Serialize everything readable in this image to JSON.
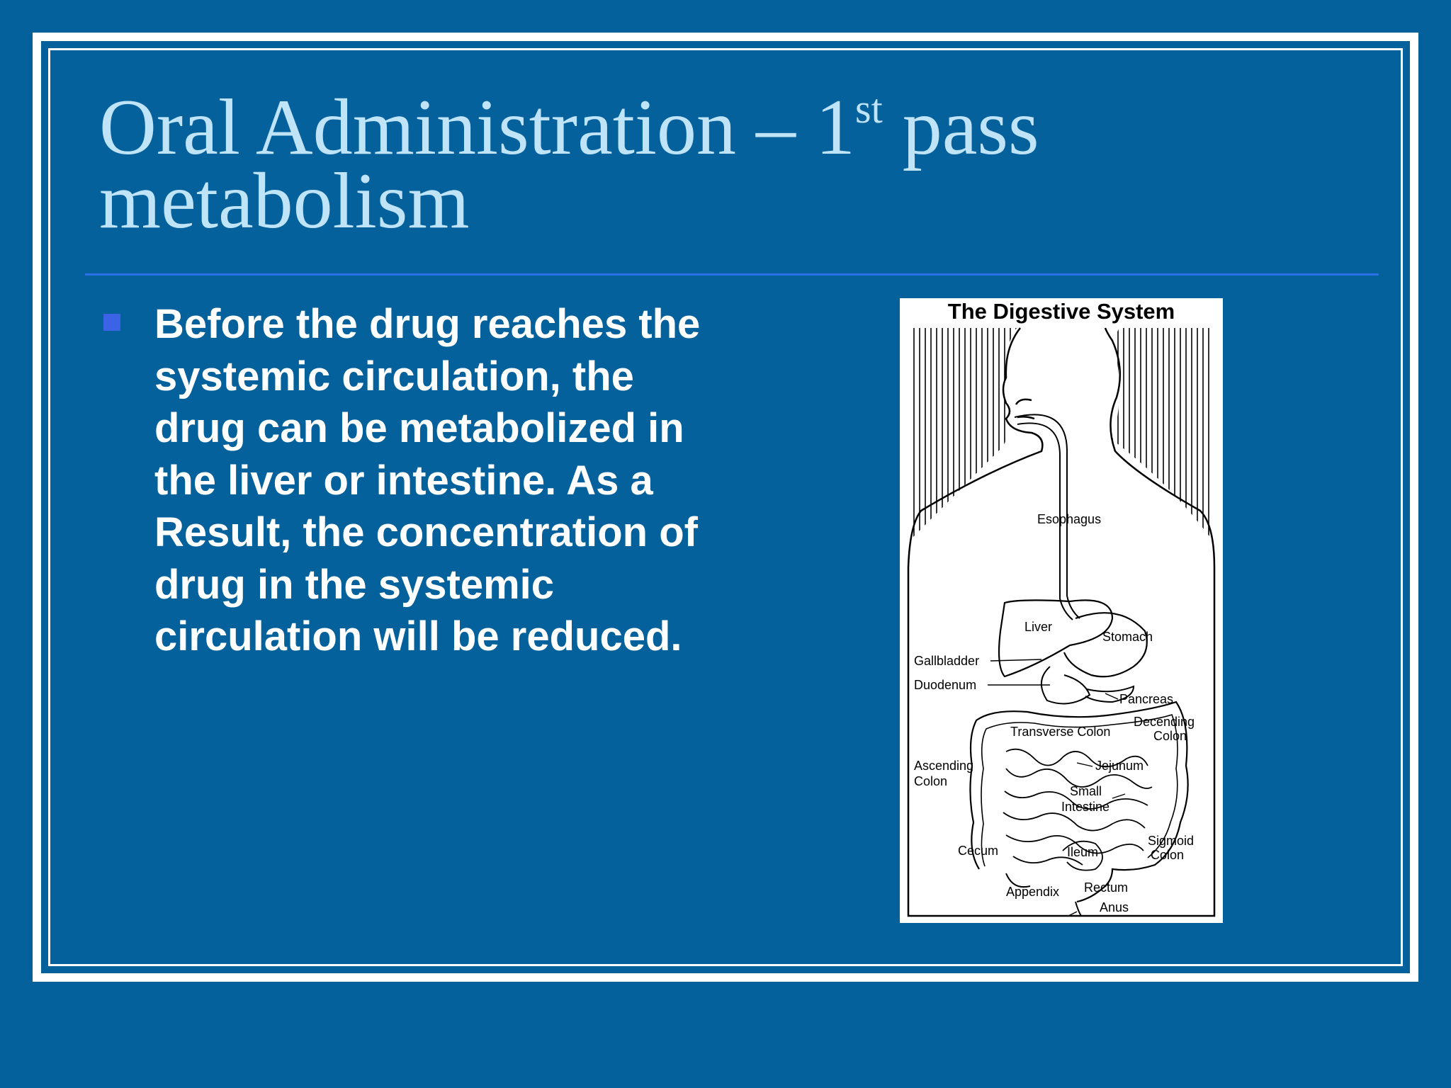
{
  "slide": {
    "title_main": "Oral Administration – 1",
    "title_sup": "st",
    "title_rest": " pass metabolism",
    "bullet": "Before the drug reaches the systemic circulation, the drug can be metabolized in the liver or intestine. As a Result, the concentration of drug in the systemic circulation will be reduced."
  },
  "figure": {
    "title": "The Digestive System",
    "labels": {
      "esophagus": "Esophagus",
      "liver": "Liver",
      "stomach": "Stomach",
      "gallbladder": "Gallbladder",
      "duodenum": "Duodenum",
      "pancreas": "Pancreas",
      "transverse_colon": "Transverse Colon",
      "decending_1": "Decending",
      "decending_2": "Colon",
      "ascending_1": "Ascending",
      "ascending_2": "Colon",
      "jejunum": "Jejunum",
      "small_1": "Small",
      "small_2": "Intestine",
      "cecum": "Cecum",
      "ileum": "Ileum",
      "sigmoid_1": "Sigmoid",
      "sigmoid_2": "Colon",
      "appendix": "Appendix",
      "rectum": "Rectum",
      "anus": "Anus"
    }
  },
  "colors": {
    "background": "#04619b",
    "title": "#bfe3f7",
    "rule": "#2a6fe8",
    "bullet_mark": "#3a63e6"
  }
}
